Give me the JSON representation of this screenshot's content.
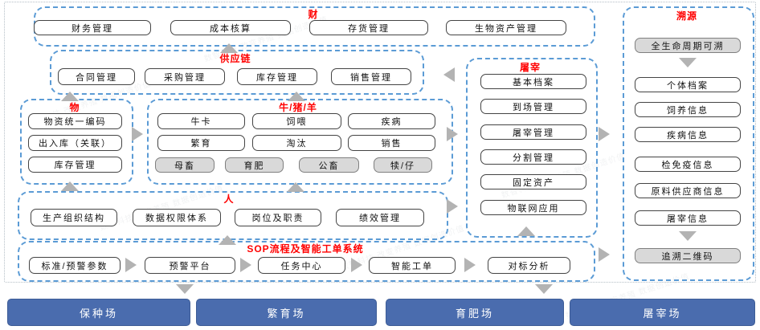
{
  "watermark": {
    "text": "数智科技 改变养殖 数据创造价值"
  },
  "sections": {
    "finance": {
      "label": "财",
      "boxes": [
        "财务管理",
        "成本核算",
        "存货管理",
        "生物资产管理"
      ]
    },
    "supply_chain": {
      "label": "供应链",
      "boxes": [
        "合同管理",
        "采购管理",
        "库存管理",
        "销售管理"
      ]
    },
    "material": {
      "label": "物",
      "boxes": [
        "物资统一编码",
        "出入库（关联）",
        "库存管理"
      ]
    },
    "livestock": {
      "label": "牛/猪/羊",
      "row1": [
        "牛卡",
        "饲喂",
        "疾病"
      ],
      "row2": [
        "繁育",
        "淘汰",
        "销售"
      ],
      "row3": [
        "母畜",
        "育肥",
        "公畜",
        "犊/仔"
      ]
    },
    "people": {
      "label": "人",
      "boxes": [
        "生产组织结构",
        "数据权限体系",
        "岗位及职责",
        "绩效管理"
      ]
    },
    "sop": {
      "label": "SOP流程及智能工单系统",
      "boxes": [
        "标准/预警参数",
        "预警平台",
        "任务中心",
        "智能工单",
        "对标分析"
      ]
    },
    "slaughter": {
      "label": "屠宰",
      "boxes": [
        "基本档案",
        "到场管理",
        "屠宰管理",
        "分割管理",
        "固定资产",
        "物联网应用"
      ]
    },
    "trace": {
      "label": "溯源",
      "top_box": "全生命周期可溯",
      "boxes": [
        "个体档案",
        "饲养信息",
        "疾病信息",
        "检免疫信息",
        "原料供应商信息",
        "屠宰信息"
      ],
      "bottom_box": "追溯二维码"
    }
  },
  "farms": [
    "保种场",
    "繁育场",
    "育肥场",
    "屠宰场"
  ],
  "colors": {
    "section_border": "#5B9BD5",
    "label_red": "#FF0000",
    "gray_fill": "#D9D9D9",
    "arrow_gray": "#B3B3B3",
    "farm_blue": "#4A6CAE"
  }
}
